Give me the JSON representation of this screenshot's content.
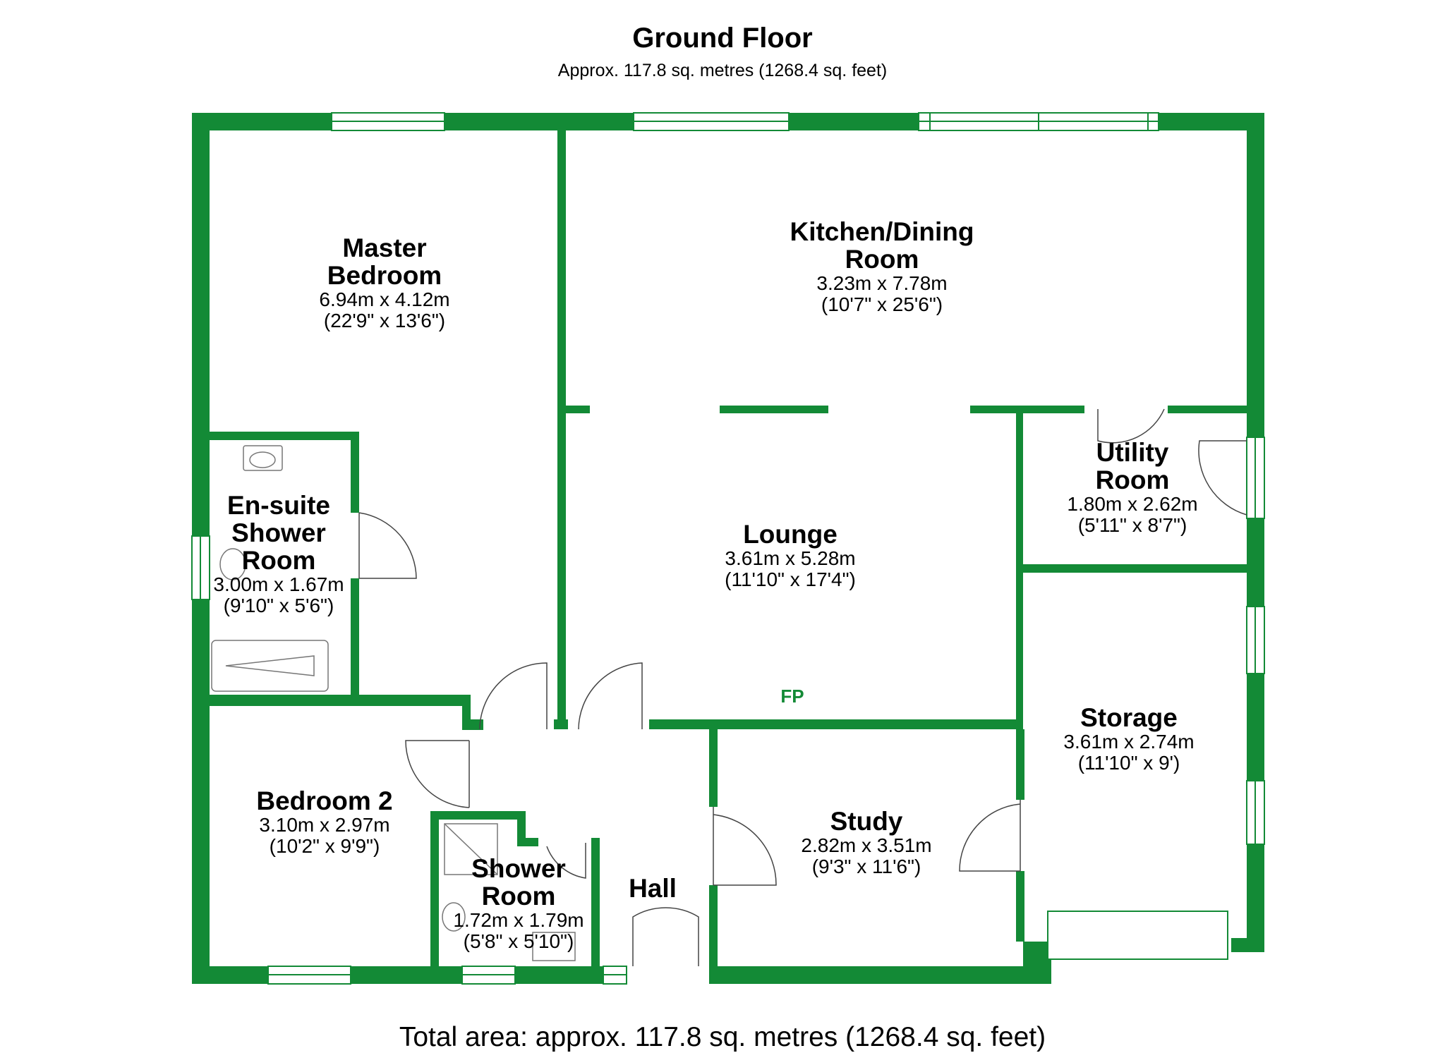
{
  "header": {
    "title": "Ground Floor",
    "subtitle": "Approx. 117.8 sq. metres (1268.4 sq. feet)"
  },
  "footer": {
    "total": "Total area: approx. 117.8 sq. metres (1268.4 sq. feet)"
  },
  "rooms": {
    "master": {
      "name1": "Master",
      "name2": "Bedroom",
      "metric": "6.94m x 4.12m",
      "imperial": "(22'9\" x 13'6\")"
    },
    "kitchen": {
      "name1": "Kitchen/Dining",
      "name2": "Room",
      "metric": "3.23m x 7.78m",
      "imperial": "(10'7\" x 25'6\")"
    },
    "utility": {
      "name1": "Utility",
      "name2": "Room",
      "metric": "1.80m x 2.62m",
      "imperial": "(5'11\" x 8'7\")"
    },
    "ensuite": {
      "name1": "En-suite",
      "name2": "Shower",
      "name3": "Room",
      "metric": "3.00m x 1.67m",
      "imperial": "(9'10\" x 5'6\")"
    },
    "lounge": {
      "name": "Lounge",
      "metric": "3.61m x 5.28m",
      "imperial": "(11'10\" x 17'4\")"
    },
    "storage": {
      "name": "Storage",
      "metric": "3.61m x 2.74m",
      "imperial": "(11'10\" x 9')"
    },
    "bedroom2": {
      "name": "Bedroom 2",
      "metric": "3.10m x 2.97m",
      "imperial": "(10'2\" x 9'9\")"
    },
    "study": {
      "name": "Study",
      "metric": "2.82m x 3.51m",
      "imperial": "(9'3\" x 11'6\")"
    },
    "shower": {
      "name1": "Shower",
      "name2": "Room",
      "metric": "1.72m x 1.79m",
      "imperial": "(5'8\" x 5'10\")"
    },
    "hall": {
      "name": "Hall"
    }
  },
  "fireplace": {
    "label": "FP"
  },
  "colors": {
    "wall": "#138a36",
    "fixture": "#777777",
    "text": "#000000"
  }
}
